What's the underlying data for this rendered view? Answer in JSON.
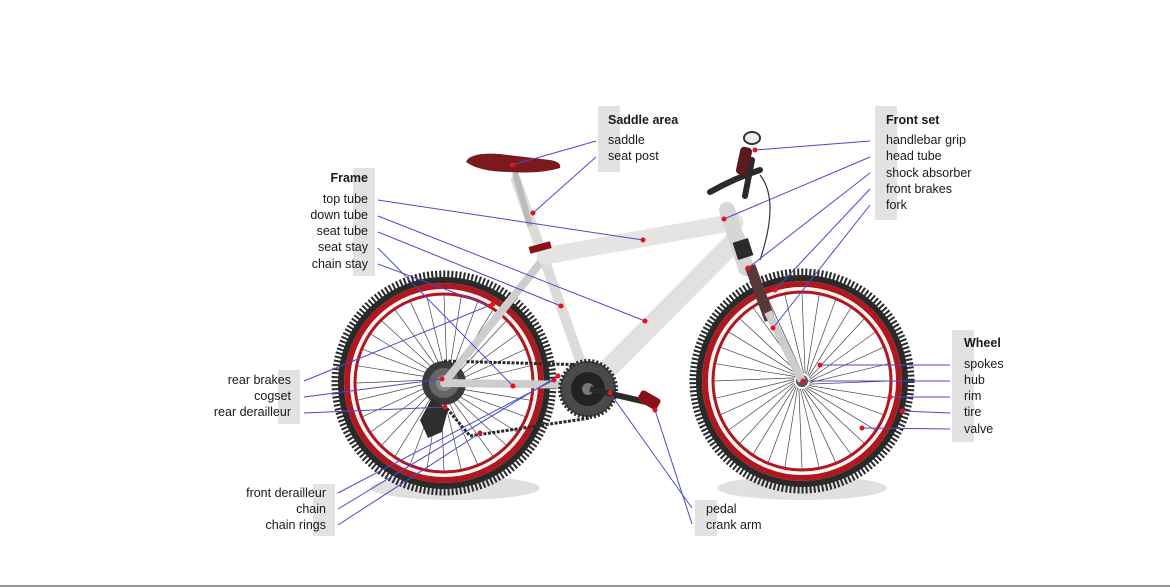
{
  "groups": {
    "saddle": {
      "heading": "Saddle area",
      "items": [
        "saddle",
        "seat post"
      ]
    },
    "front": {
      "heading": "Front set",
      "items": [
        "handlebar grip",
        "head tube",
        "shock absorber",
        "front brakes",
        "fork"
      ]
    },
    "frame": {
      "heading": "Frame",
      "items": [
        "top tube",
        "down tube",
        "seat tube",
        "seat stay",
        "chain stay"
      ]
    },
    "wheel": {
      "heading": "Wheel",
      "items": [
        "spokes",
        "hub",
        "rim",
        "tire",
        "valve"
      ]
    },
    "rear": {
      "items": [
        "rear brakes",
        "cogset",
        "rear derailleur"
      ]
    },
    "drive": {
      "items": [
        "front derailleur",
        "chain",
        "chain rings"
      ]
    },
    "pedal": {
      "items": [
        "pedal",
        "crank arm"
      ]
    }
  },
  "colors": {
    "leader_line": "#4a4ac8",
    "marker_dot": "#e0141e",
    "tire": "#2a2a2a",
    "rim": "#a8161e",
    "frame": "#e4e2e0",
    "label_bar": "#e2e2e2"
  }
}
